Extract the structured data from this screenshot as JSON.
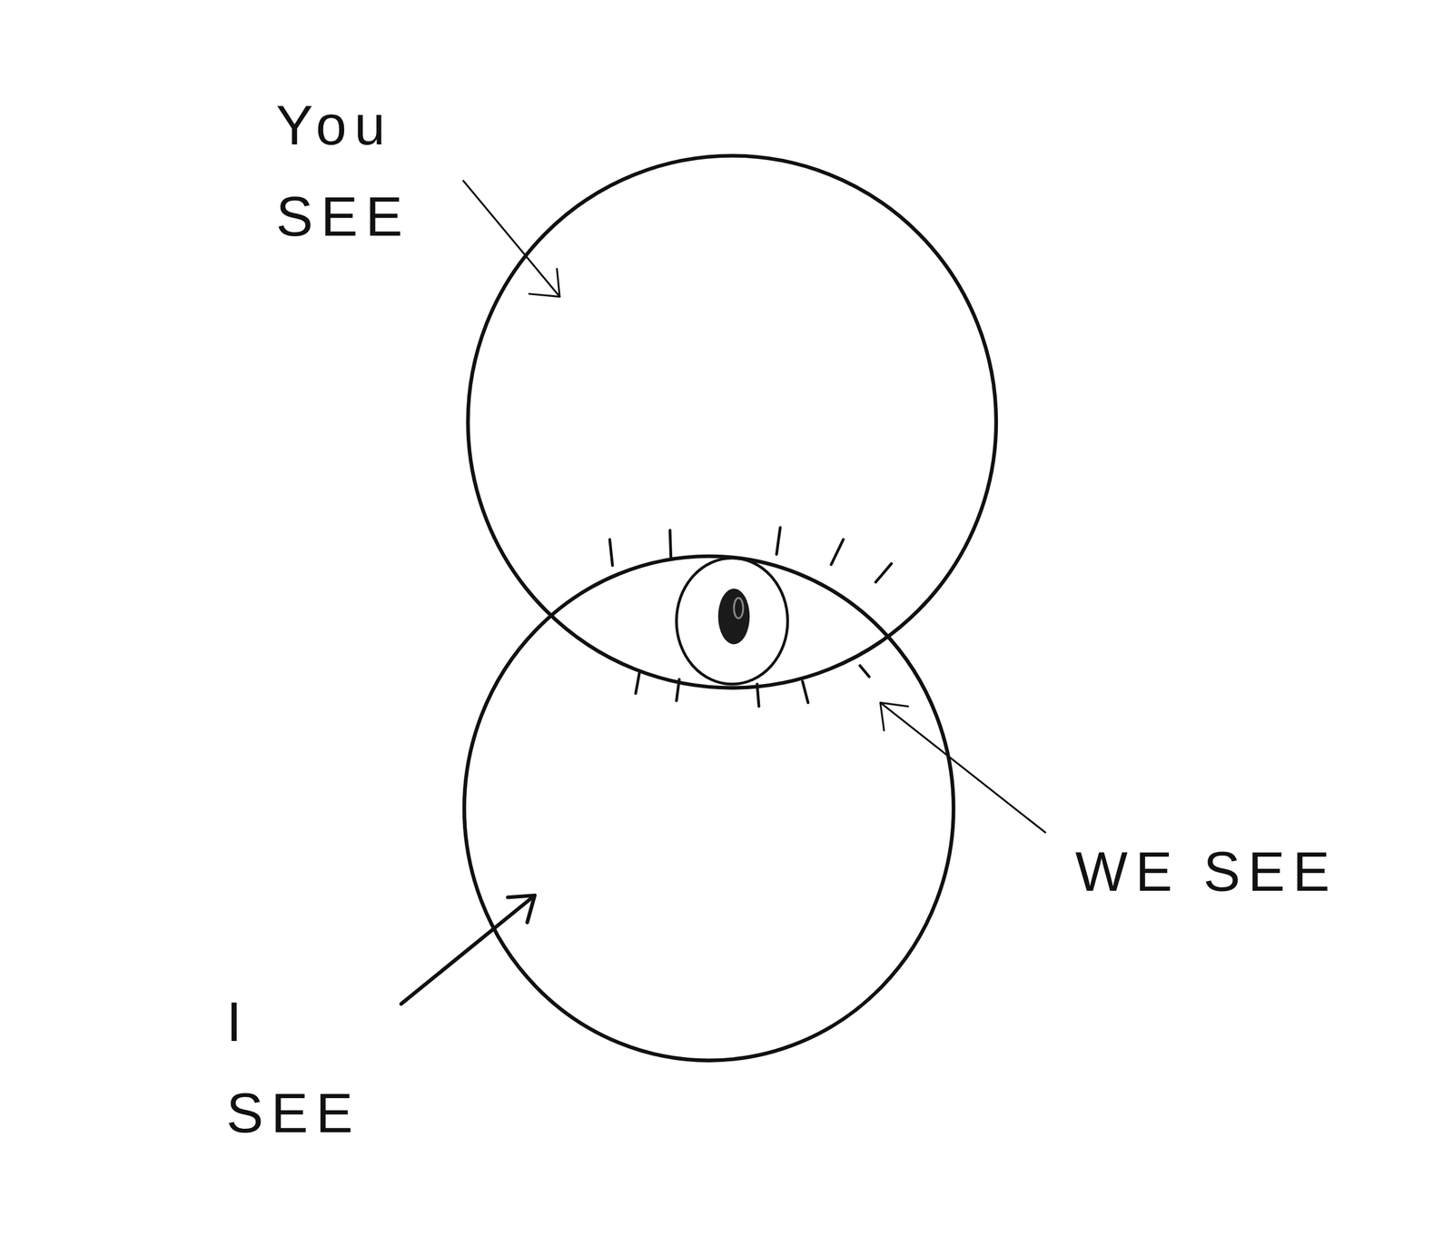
{
  "diagram": {
    "labels": [
      "You SEE",
      "I SEE",
      "WE SEE"
    ]
  }
}
